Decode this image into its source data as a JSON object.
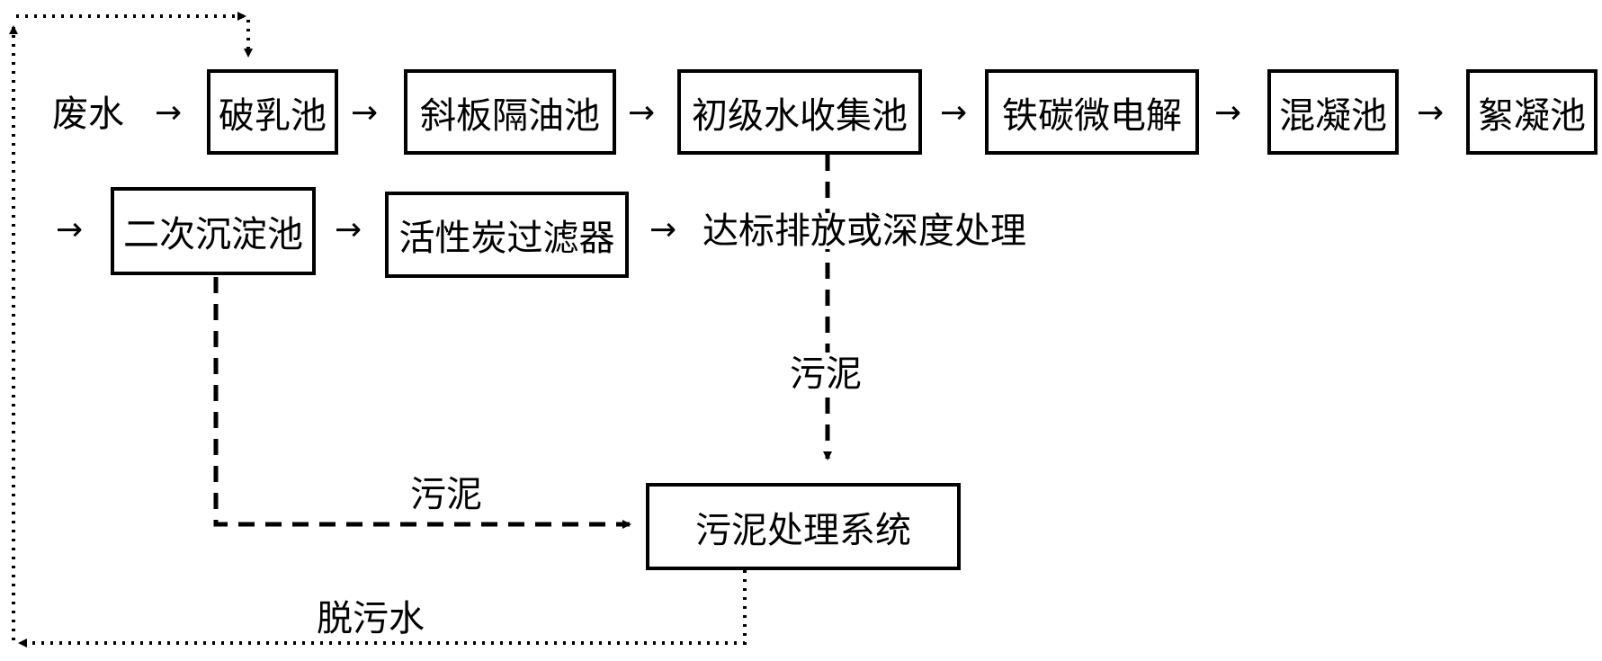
{
  "input_label": "废水",
  "row1": [
    "破乳池",
    "斜板隔油池",
    "初级水收集池",
    "铁碳微电解",
    "混凝池",
    "絮凝池"
  ],
  "row2": [
    "二次沉淀池",
    "活性炭过滤器"
  ],
  "output_label": "达标排放或深度处理",
  "sludge_label_top": "污泥",
  "sludge_label_left": "污泥",
  "sludge_system": "污泥处理系统",
  "return_label": "脱污水",
  "arrow_glyph": "→"
}
